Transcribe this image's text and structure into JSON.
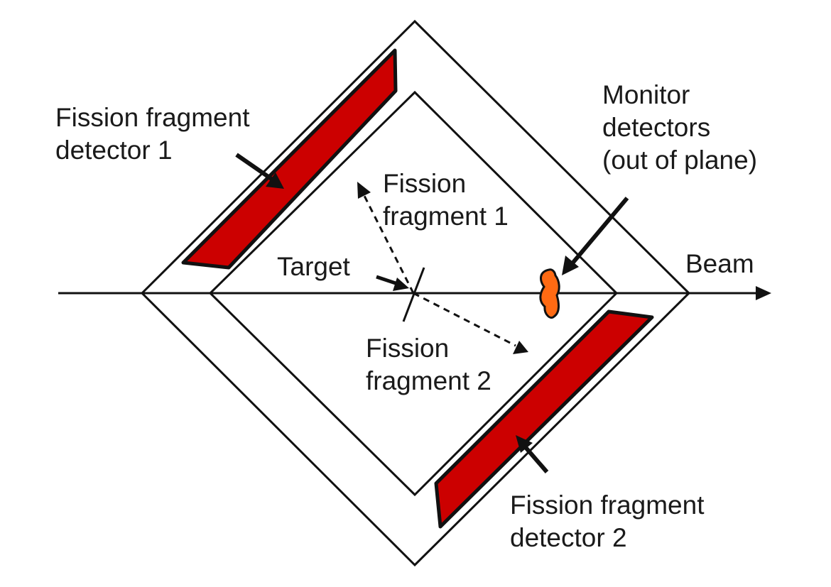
{
  "labels": {
    "ffd1": [
      "Fission fragment",
      "detector 1"
    ],
    "monitor": [
      "Monitor",
      "detectors",
      "(out of plane)"
    ],
    "ff1": [
      "Fission",
      "fragment 1"
    ],
    "target": "Target",
    "beam": "Beam",
    "ff2": [
      "Fission",
      "fragment 2"
    ],
    "ffd2": [
      "Fission fragment",
      "detector 2"
    ]
  },
  "colors": {
    "detector_fill": "#cc0000",
    "monitor_fill": "#ff6a13",
    "line": "#111111"
  }
}
